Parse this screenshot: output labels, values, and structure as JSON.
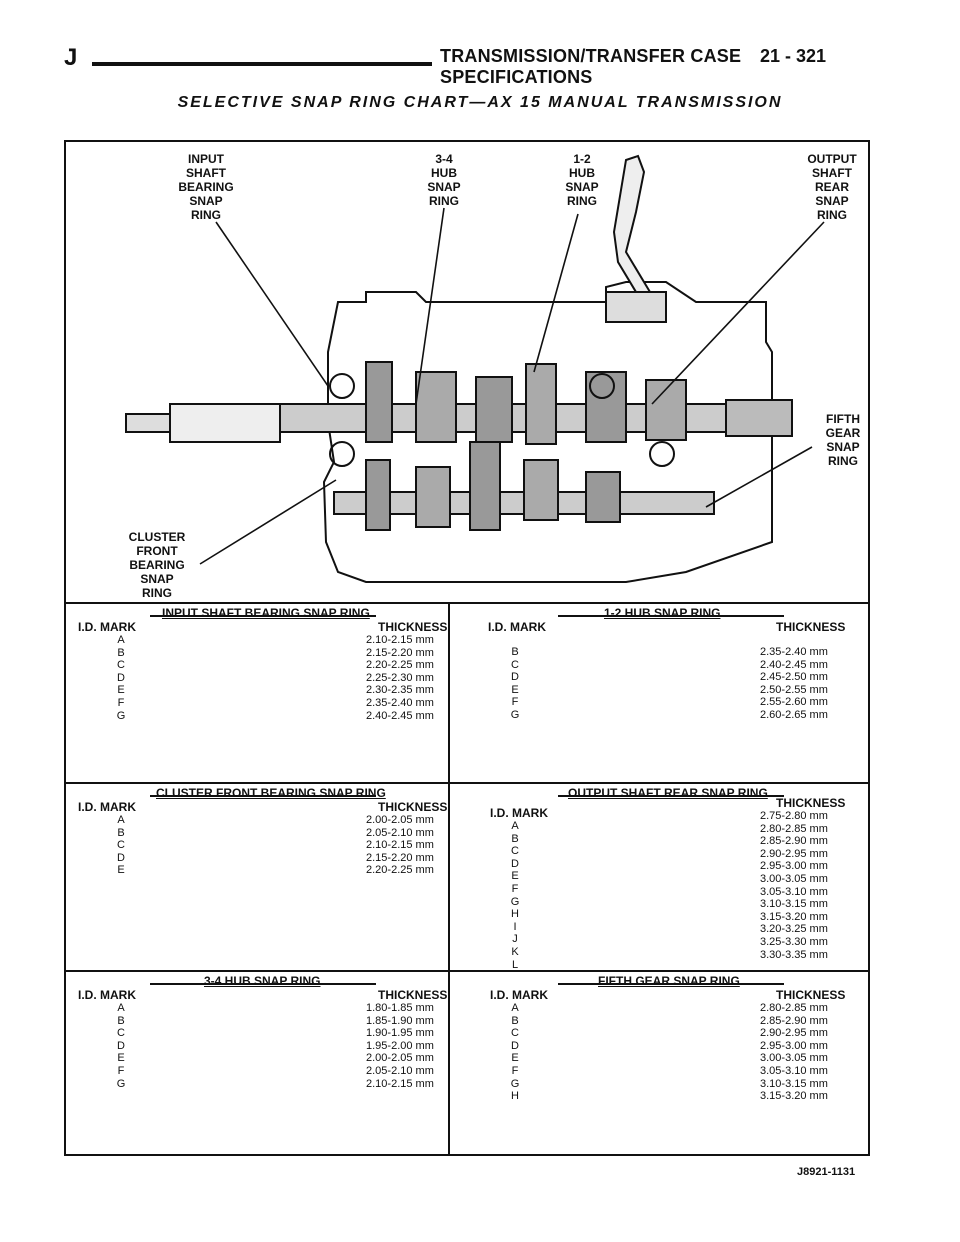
{
  "header": {
    "letter": "J",
    "title": "TRANSMISSION/TRANSFER CASE SPECIFICATIONS",
    "page": "21 - 321"
  },
  "subtitle": "SELECTIVE SNAP RING CHART—AX 15 MANUAL TRANSMISSION",
  "callouts": {
    "input_shaft": "INPUT\nSHAFT\nBEARING\nSNAP\nRING",
    "hub34": "3-4\nHUB\nSNAP\nRING",
    "hub12": "1-2\nHUB\nSNAP\nRING",
    "output_shaft": "OUTPUT\nSHAFT\nREAR\nSNAP\nRING",
    "fifth_gear": "FIFTH\nGEAR\nSNAP\nRING",
    "cluster_front": "CLUSTER\nFRONT\nBEARING\nSNAP\nRING"
  },
  "column_labels": {
    "mark": "I.D. MARK",
    "thickness": "THICKNESS"
  },
  "tables": {
    "input_shaft": {
      "title": "INPUT SHAFT BEARING SNAP RING",
      "marks": [
        "A",
        "B",
        "C",
        "D",
        "E",
        "F",
        "G"
      ],
      "values": [
        "2.10-2.15 mm",
        "2.15-2.20 mm",
        "2.20-2.25 mm",
        "2.25-2.30 mm",
        "2.30-2.35 mm",
        "2.35-2.40 mm",
        "2.40-2.45 mm"
      ]
    },
    "hub12": {
      "title": "1-2 HUB SNAP RING",
      "marks": [
        "B",
        "C",
        "D",
        "E",
        "F",
        "G"
      ],
      "values": [
        "2.35-2.40 mm",
        "2.40-2.45 mm",
        "2.45-2.50 mm",
        "2.50-2.55 mm",
        "2.55-2.60 mm",
        "2.60-2.65 mm"
      ]
    },
    "cluster_front": {
      "title": "CLUSTER FRONT BEARING SNAP RING",
      "marks": [
        "A",
        "B",
        "C",
        "D",
        "E"
      ],
      "values": [
        "2.00-2.05 mm",
        "2.05-2.10 mm",
        "2.10-2.15 mm",
        "2.15-2.20 mm",
        "2.20-2.25 mm"
      ]
    },
    "output_shaft": {
      "title": "OUTPUT SHAFT REAR SNAP RING",
      "marks": [
        "A",
        "B",
        "C",
        "D",
        "E",
        "F",
        "G",
        "H",
        "I",
        "J",
        "K",
        "L"
      ],
      "values": [
        "2.75-2.80 mm",
        "2.80-2.85 mm",
        "2.85-2.90 mm",
        "2.90-2.95 mm",
        "2.95-3.00 mm",
        "3.00-3.05 mm",
        "3.05-3.10 mm",
        "3.10-3.15 mm",
        "3.15-3.20 mm",
        "3.20-3.25 mm",
        "3.25-3.30 mm",
        "3.30-3.35 mm"
      ]
    },
    "hub34": {
      "title": "3-4 HUB SNAP RING",
      "marks": [
        "A",
        "B",
        "C",
        "D",
        "E",
        "F",
        "G"
      ],
      "values": [
        "1.80-1.85 mm",
        "1.85-1.90 mm",
        "1.90-1.95 mm",
        "1.95-2.00 mm",
        "2.00-2.05 mm",
        "2.05-2.10 mm",
        "2.10-2.15 mm"
      ]
    },
    "fifth_gear": {
      "title": "FIFTH GEAR SNAP RING",
      "marks": [
        "A",
        "B",
        "C",
        "D",
        "E",
        "F",
        "G",
        "H"
      ],
      "values": [
        "2.80-2.85 mm",
        "2.85-2.90 mm",
        "2.90-2.95 mm",
        "2.95-3.00 mm",
        "3.00-3.05 mm",
        "3.05-3.10 mm",
        "3.10-3.15 mm",
        "3.15-3.20 mm"
      ]
    }
  },
  "figure_id": "J8921-1131"
}
